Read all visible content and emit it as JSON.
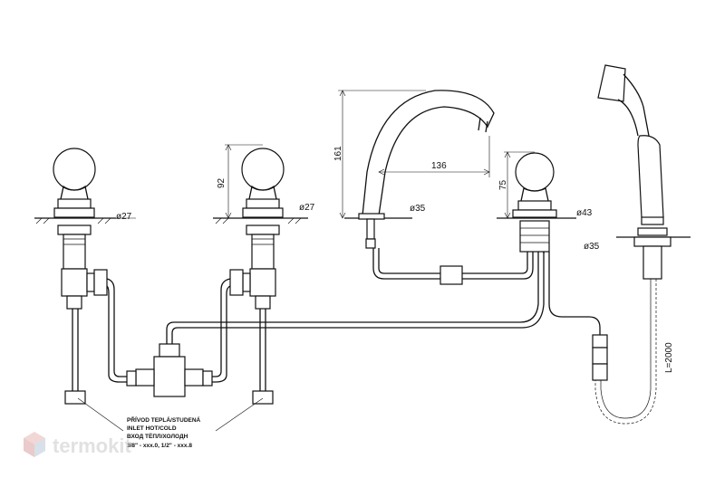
{
  "dimensions": {
    "d27_left": "ø27",
    "d27_right": "ø27",
    "h92": "92",
    "h161": "161",
    "w136": "136",
    "d35_spout": "ø35",
    "h75": "75",
    "d43": "ø43",
    "d35_shower": "ø35",
    "hose_length": "L=2000"
  },
  "note": {
    "line1": "PŘÍVOD TEPLÁ/STUDENÁ",
    "line2": "INLET HOT/COLD",
    "line3": "ВХОД ТЁПЛ/ХОЛОДН",
    "line4": "3/8\" - xxx.0, 1/2\" - xxx.8"
  },
  "watermark": {
    "text": "termokit"
  }
}
